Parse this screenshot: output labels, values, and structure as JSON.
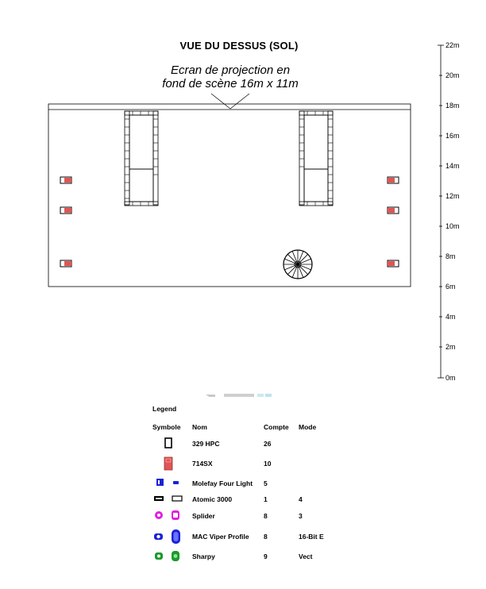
{
  "title": "VUE DU DESSUS (SOL)",
  "screen_note": {
    "line1": "Ecran de projection en",
    "line2": "fond de scène 16m x 11m"
  },
  "scale": {
    "labels": [
      "22m",
      "20m",
      "18m",
      "16m",
      "14m",
      "12m",
      "10m",
      "8m",
      "6m",
      "4m",
      "2m",
      "0m"
    ]
  },
  "legend": {
    "title": "Legend",
    "headers": {
      "symbol": "Symbole",
      "name": "Nom",
      "count": "Compte",
      "mode": "Mode"
    },
    "items": [
      {
        "icon": "rect-outline-icon",
        "name": "329 HPC",
        "count": "26",
        "mode": "",
        "color": "#000000"
      },
      {
        "icon": "red-fixture-icon",
        "name": "714SX",
        "count": "10",
        "mode": "",
        "color": "#e05555"
      },
      {
        "icon": "molefay-icon",
        "name": "Molefay Four Light",
        "count": "5",
        "mode": "",
        "color": "#1a22d6"
      },
      {
        "icon": "atomic-strobe-icon",
        "name": "Atomic 3000",
        "count": "1",
        "mode": "4",
        "color": "#000000"
      },
      {
        "icon": "splider-icon",
        "name": "Splider",
        "count": "8",
        "mode": "3",
        "color": "#e020e0"
      },
      {
        "icon": "mac-viper-icon",
        "name": "MAC Viper Profile",
        "count": "8",
        "mode": "16-Bit E",
        "color": "#1a22d6"
      },
      {
        "icon": "sharpy-icon",
        "name": "Sharpy",
        "count": "9",
        "mode": "Vect",
        "color": "#1a9a2a"
      }
    ]
  }
}
